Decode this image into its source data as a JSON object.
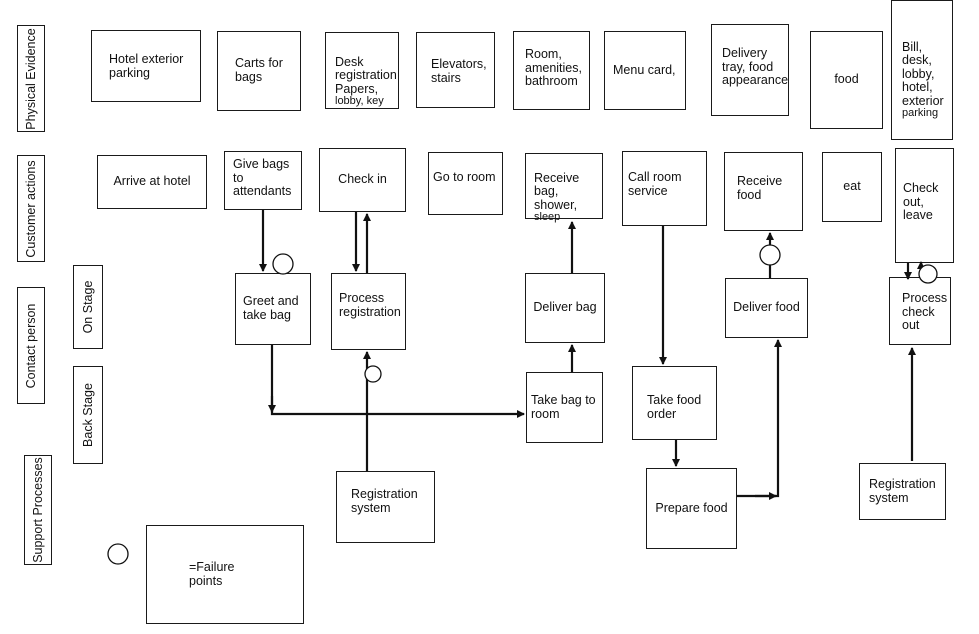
{
  "lanes": {
    "physical_evidence": "Physical Evidence",
    "customer_actions": "Customer actions",
    "contact_person": "Contact person",
    "on_stage": "On Stage",
    "back_stage": "Back Stage",
    "support_processes": "Support Processes"
  },
  "physical_evidence": {
    "hotel_exterior": "Hotel  exterior\nparking",
    "carts": "Carts for\nbags",
    "desk": "Desk\nregistration\nPapers,",
    "desk_small": "lobby, key",
    "elevators": "Elevators,\nstairs",
    "room": "Room,\namenities,\nbathroom",
    "menu_card": "Menu card,",
    "delivery_tray": "Delivery\ntray, food\nappearance",
    "food": "food",
    "bill": "Bill,\ndesk,\nlobby,\nhotel,\nexterior",
    "bill_small": "parking"
  },
  "customer_actions": {
    "arrive": "Arrive at  hotel",
    "give_bags": "Give bags\nto\nattendants",
    "check_in": "Check in",
    "go_to_room": "Go to room",
    "receive_bag": "Receive\nbag,\nshower,",
    "receive_bag_small": "sleep",
    "call_room_service": "Call room\nservice",
    "receive_food": "Receive\nfood",
    "eat": "eat",
    "check_out": "Check\nout,\nleave"
  },
  "on_stage": {
    "greet": "Greet and\ntake bag",
    "process_registration": "Process\nregistration",
    "deliver_bag": "Deliver  bag",
    "deliver_food": "Deliver food",
    "process_checkout": "Process\ncheck\nout"
  },
  "back_stage": {
    "take_bag": "Take bag to\nroom",
    "take_food_order": "Take food\norder"
  },
  "support": {
    "registration_system_1": "Registration\nsystem",
    "prepare_food": "Prepare food",
    "registration_system_2": "Registration\nsystem"
  },
  "legend": {
    "failure_points": "=Failure\n     points"
  }
}
